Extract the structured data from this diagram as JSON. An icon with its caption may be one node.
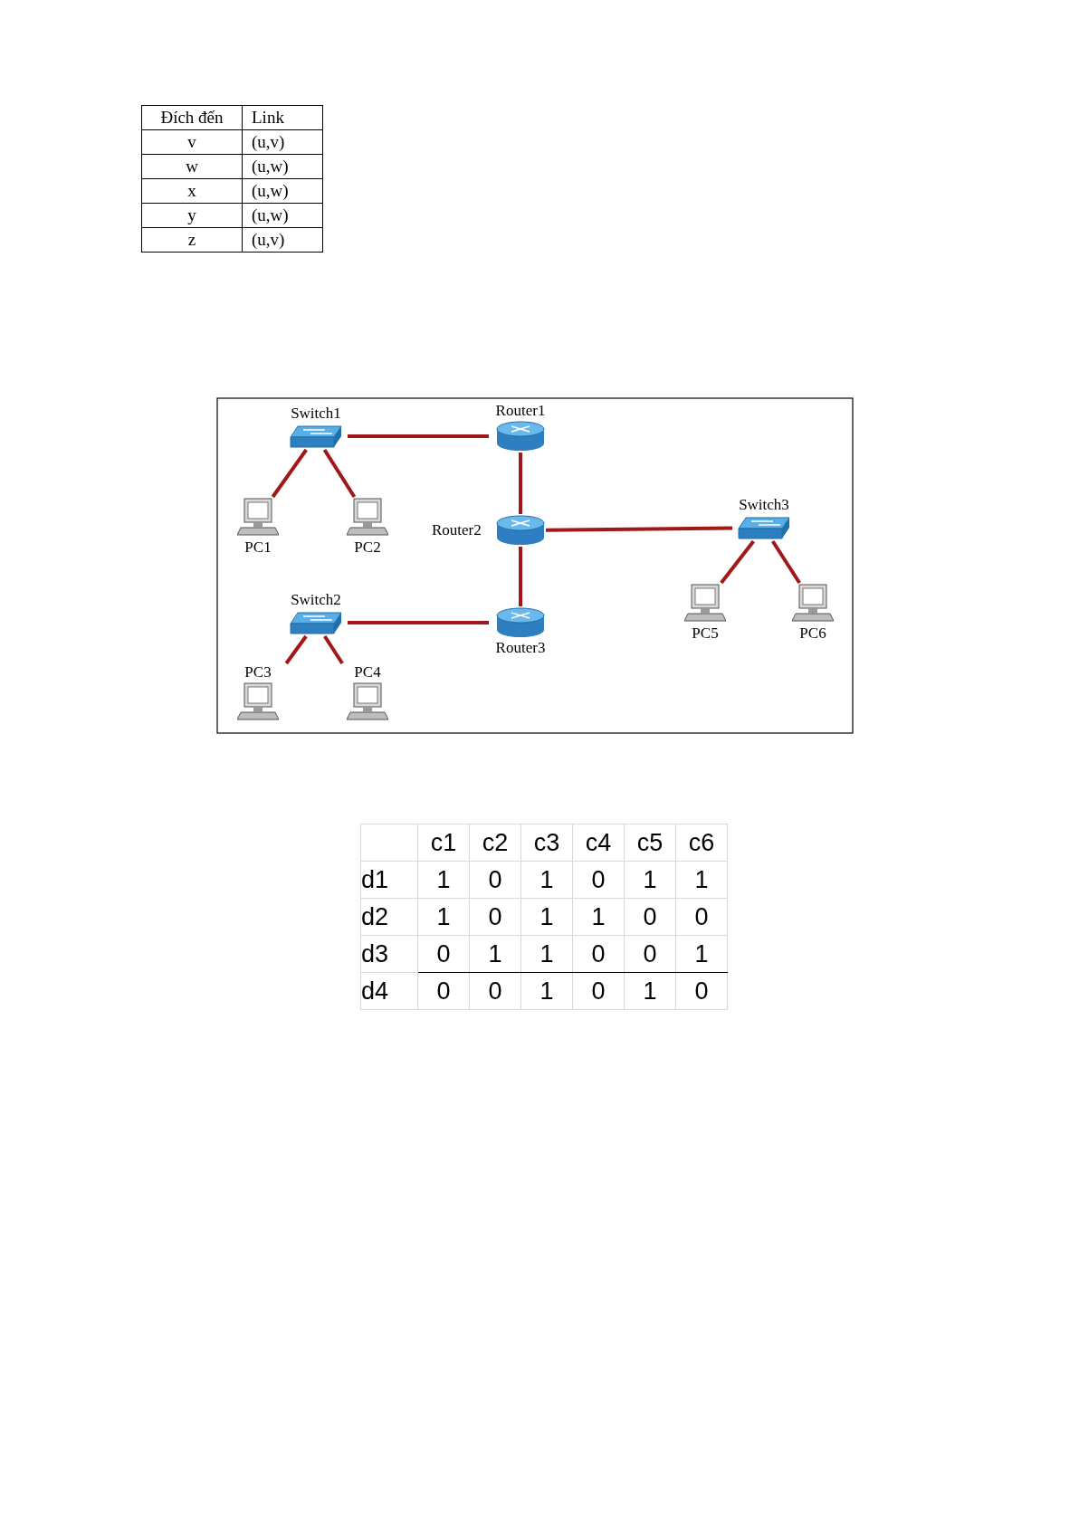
{
  "diagram": {
    "nodes": [
      {
        "text": [
          "Switch1"
        ]
      },
      {
        "text": [
          "Router1"
        ]
      },
      {
        "text": [
          "PC1"
        ]
      },
      {
        "text": [
          "PC2"
        ]
      },
      {
        "text": [
          "Router2"
        ]
      },
      {
        "text": [
          "Switch3"
        ]
      },
      {
        "text": [
          "Switch2"
        ]
      },
      {
        "text": [
          "PC4"
        ]
      },
      {
        "text": [
          "Router3"
        ]
      },
      {
        "text": [
          "PC5"
        ]
      },
      {
        "text": [
          "PC6"
        ]
      },
      {
        "text": [
          "PC3"
        ]
      }
    ],
    "edges": [
      {
        "from": 0,
        "to": 1,
        "arrow": "none"
      },
      {
        "from": 0,
        "to": 2,
        "arrow": "none"
      },
      {
        "from": 0,
        "to": 3,
        "arrow": "none"
      },
      {
        "from": 1,
        "to": 4,
        "arrow": "none"
      },
      {
        "from": 4,
        "to": 5,
        "arrow": "none"
      },
      {
        "from": 4,
        "to": 8,
        "arrow": "none"
      },
      {
        "from": 6,
        "to": 8,
        "arrow": "none"
      },
      {
        "from": 6,
        "to": 11,
        "arrow": "none"
      },
      {
        "from": 6,
        "to": 7,
        "arrow": "none"
      },
      {
        "from": 5,
        "to": 9,
        "arrow": "none"
      },
      {
        "from": 5,
        "to": 10,
        "arrow": "none"
      }
    ],
    "labels": [
      "Đích đến",
      "Link",
      "v",
      "(u,v)",
      "w",
      "(u,w)",
      "x",
      "(u,w)",
      "y",
      "(u,w)",
      "z",
      "(u,v)",
      "c1",
      "c2",
      "c3",
      "c4",
      "c5",
      "c6",
      "d1",
      "1",
      "0",
      "1",
      "0",
      "1",
      "1",
      "d2",
      "1",
      "0",
      "1",
      "1",
      "0",
      "0",
      "d3",
      "0",
      "1",
      "1",
      "0",
      "0",
      "1",
      "d4",
      "0",
      "0",
      "1",
      "0",
      "1",
      "0"
    ]
  }
}
